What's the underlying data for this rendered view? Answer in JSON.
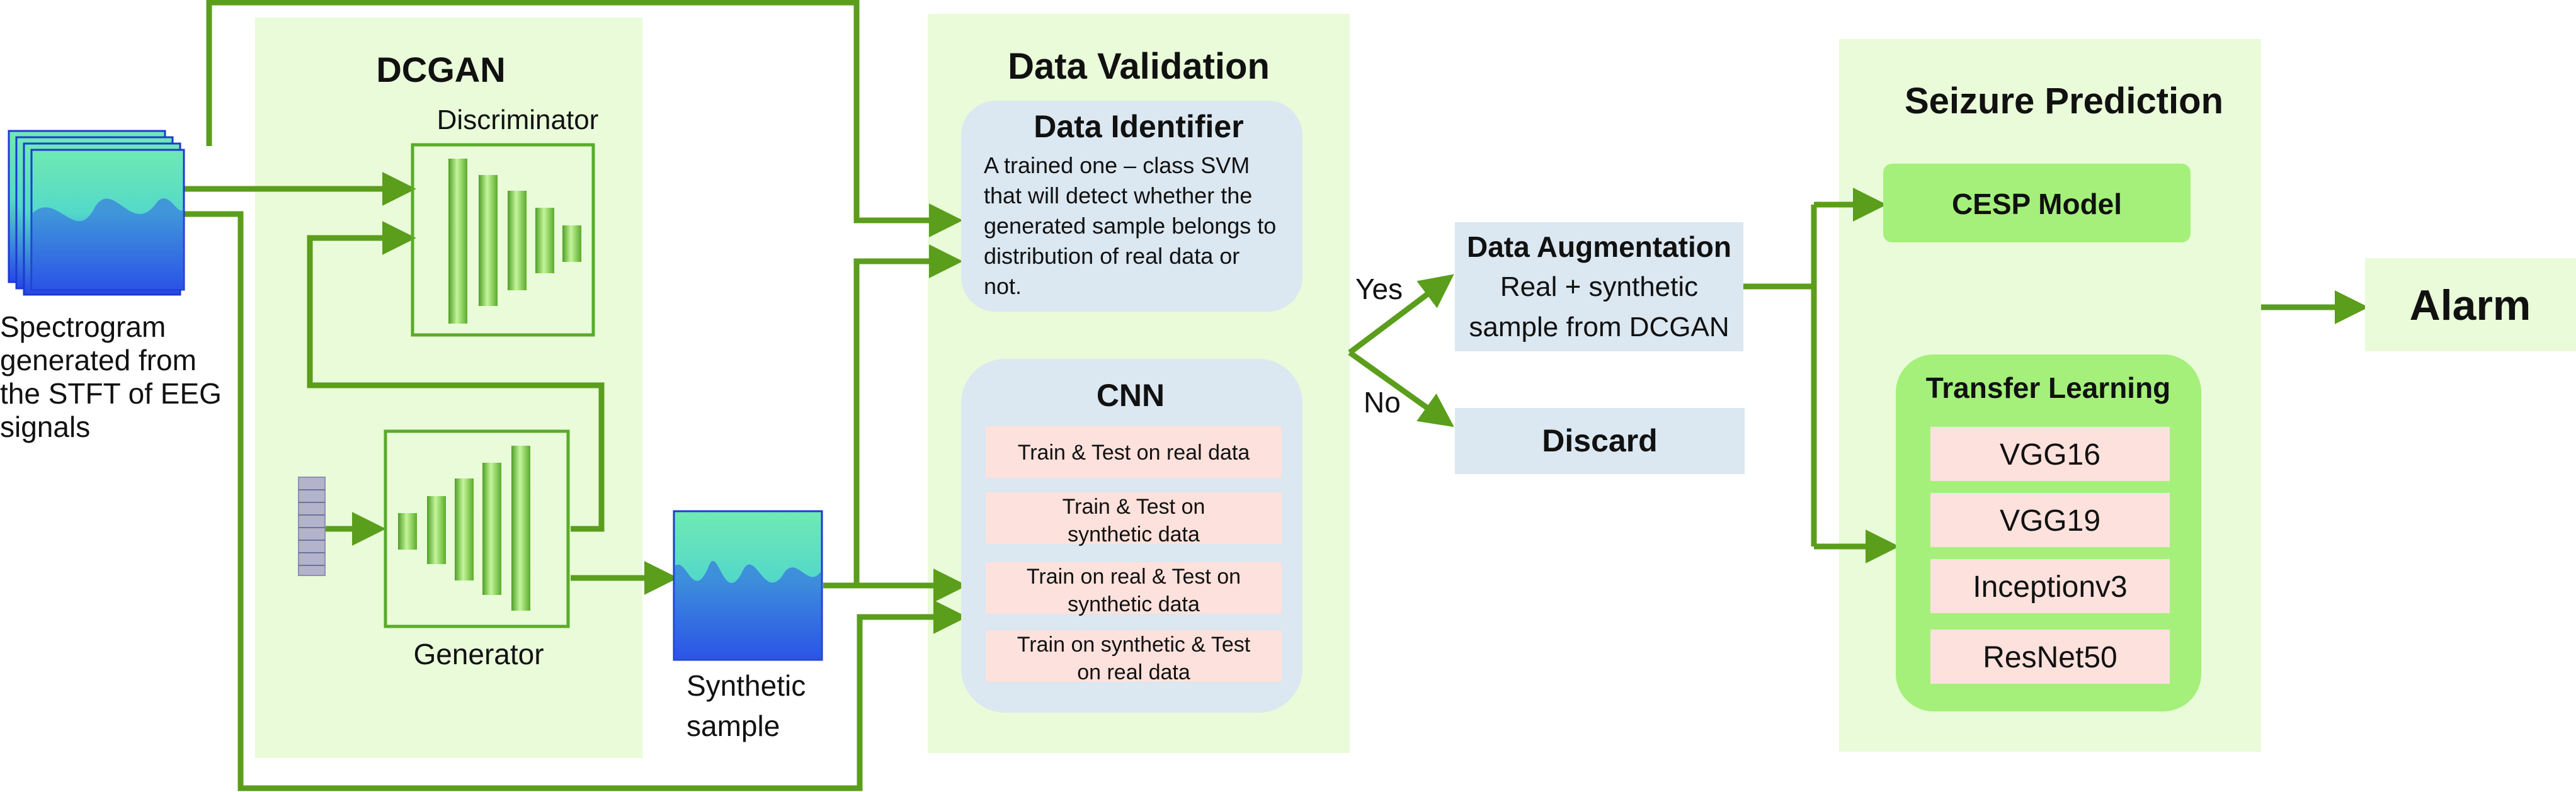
{
  "colors": {
    "panel_bg": "#e9fbd9",
    "flow_line": "#5a9e1b",
    "box_blue": "#dbe7f1",
    "box_pink": "#fde1dc",
    "box_green": "#a4f07a",
    "layer_green": "#7fcc49",
    "spectrogram_top": "#6fe9b3",
    "spectrogram_bottom": "#2746e6"
  },
  "icons": {
    "spectrogram": "spectrogram-stack-icon",
    "noise": "noise-vector-icon",
    "synthetic": "synthetic-spectrogram-icon"
  },
  "input": {
    "caption": [
      "Spectrogram",
      "generated from",
      "the STFT of EEG",
      "signals"
    ]
  },
  "dcgan": {
    "title": "DCGAN",
    "discriminator": "Discriminator",
    "generator": "Generator"
  },
  "synthetic": {
    "caption": [
      "Synthetic",
      "sample"
    ]
  },
  "validation": {
    "title": "Data Validation",
    "identifier": {
      "title": "Data Identifier",
      "desc": [
        "A trained one – class SVM",
        "that will detect whether the",
        "generated sample belongs to",
        "distribution of real data or",
        "not."
      ]
    },
    "cnn": {
      "title": "CNN",
      "tests": [
        {
          "lines": [
            "Train & Test on real data"
          ]
        },
        {
          "lines": [
            "Train & Test on",
            "synthetic data"
          ]
        },
        {
          "lines": [
            "Train on real & Test on",
            "synthetic data"
          ]
        },
        {
          "lines": [
            "Train on synthetic & Test",
            "on real data"
          ]
        }
      ]
    }
  },
  "decision": {
    "yes": "Yes",
    "no": "No"
  },
  "augmentation": {
    "title": "Data Augmentation",
    "desc": [
      "Real + synthetic",
      "sample from DCGAN"
    ]
  },
  "discard": {
    "label": "Discard"
  },
  "prediction": {
    "title": "Seizure Prediction",
    "cesp": "CESP Model",
    "transfer": {
      "title": "Transfer Learning",
      "models": [
        "VGG16",
        "VGG19",
        "Inceptionv3",
        "ResNet50"
      ]
    }
  },
  "alarm": {
    "label": "Alarm"
  }
}
